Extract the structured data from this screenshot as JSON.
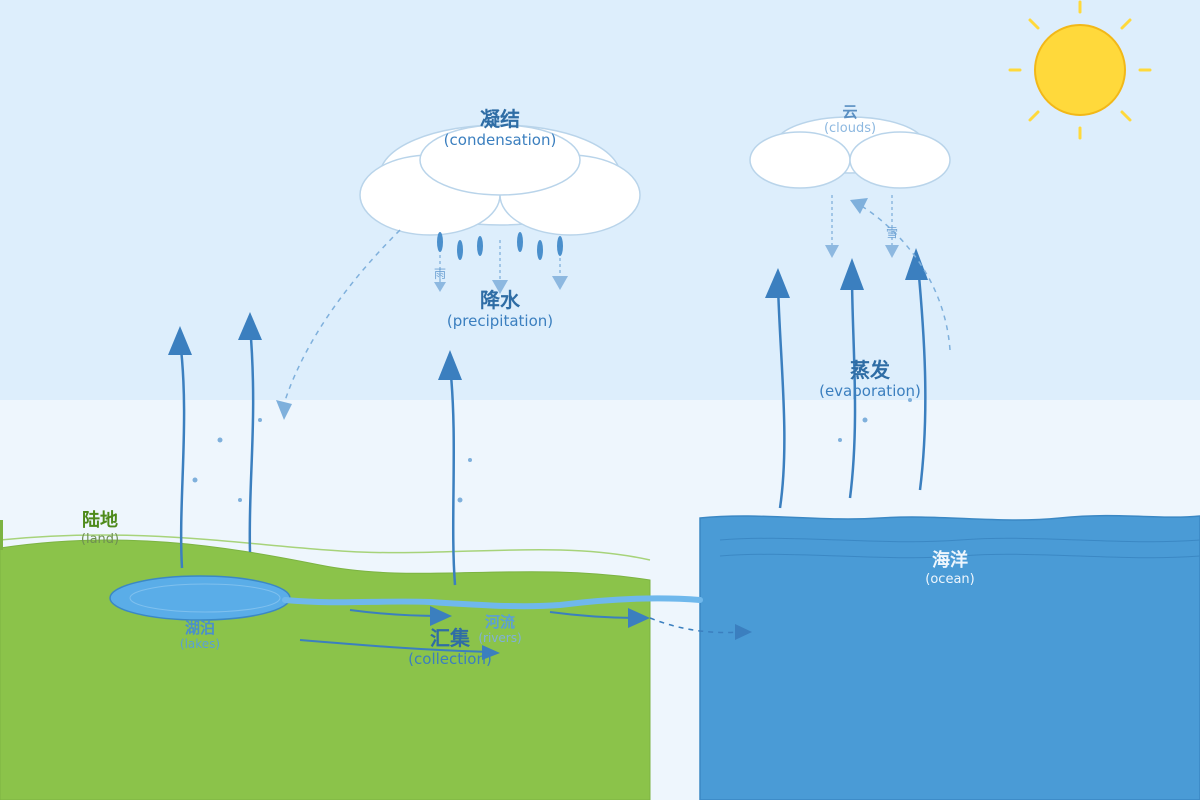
{
  "labels": {
    "condensation": {
      "zh": "凝结",
      "en": "(condensation)"
    },
    "clouds": {
      "zh": "云",
      "en": "(clouds)"
    },
    "precipitation": {
      "zh": "降水",
      "en": "(precipitation)"
    },
    "evaporation": {
      "zh": "蒸发",
      "en": "(evaporation)"
    },
    "land": {
      "zh": "陆地",
      "en": "(land)"
    },
    "lakes": {
      "zh": "湖泊",
      "en": "(lakes)"
    },
    "collection": {
      "zh": "汇集",
      "en": "(collection)"
    },
    "rivers": {
      "zh": "河流",
      "en": "(rivers)"
    },
    "ocean": {
      "zh": "海洋",
      "en": "(ocean)"
    }
  },
  "marks": {
    "rain": "雨",
    "snow": "雪"
  },
  "colors": {
    "sky": "#ddeefc",
    "sky_lower": "#eef6fd",
    "land": "#8bc34a",
    "ocean": "#4a9bd6",
    "lake": "#5aade8",
    "arrow": "#3b7fbf",
    "sun": "#ffd93b",
    "cloud": "#ffffff"
  }
}
